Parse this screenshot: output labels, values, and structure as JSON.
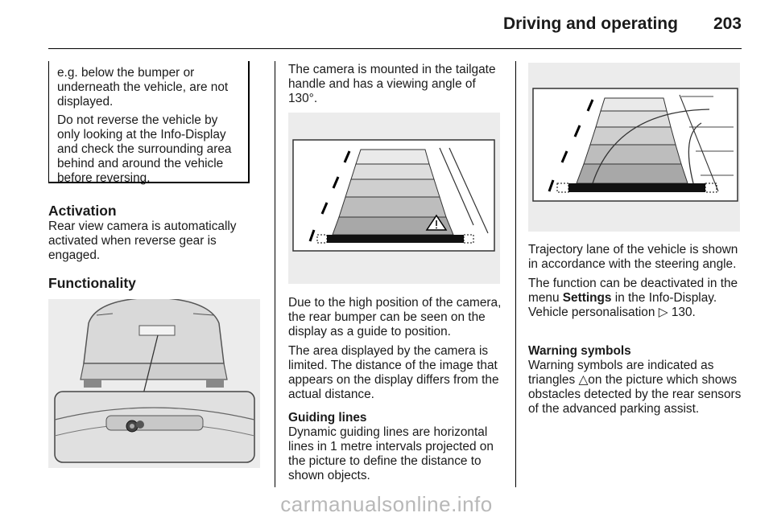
{
  "header": {
    "section_title": "Driving and operating",
    "page_number": "203"
  },
  "col1": {
    "notice_p1": "e.g. below the bumper or underneath the vehicle, are not displayed.",
    "notice_p2": "Do not reverse the vehicle by only looking at the Info-Display and check the surrounding area behind and around the vehicle before reversing.",
    "activation_heading": "Activation",
    "activation_text": "Rear view camera is automatically activated when reverse gear is engaged.",
    "functionality_heading": "Functionality"
  },
  "col2": {
    "intro": "The camera is mounted in the tailgate handle and has a viewing angle of 130°.",
    "p_bumper": "Due to the high position of the camera, the rear bumper can be seen on the display as a guide to position.",
    "p_area": "The area displayed by the camera is limited. The distance of the image that appears on the display differs from the actual distance.",
    "guiding_heading": "Guiding lines",
    "guiding_text": "Dynamic guiding lines are horizontal lines in 1 metre intervals projected on the picture to define the distance to shown objects."
  },
  "col3": {
    "trajectory_text": "Trajectory lane of the vehicle is shown in accordance with the steering angle.",
    "deactivate_pre": "The function can be deactivated in the menu ",
    "deactivate_bold": "Settings",
    "deactivate_mid": " in the Info-Display. Vehicle personalisation ",
    "deactivate_ref": "130.",
    "warning_heading": "Warning symbols",
    "warning_pre": "Warning symbols are indicated as triangles ",
    "warning_post": "on the picture which shows obstacles detected by the rear sensors of the advanced parking assist."
  },
  "footer": {
    "watermark": "carmanualsonline.info"
  }
}
